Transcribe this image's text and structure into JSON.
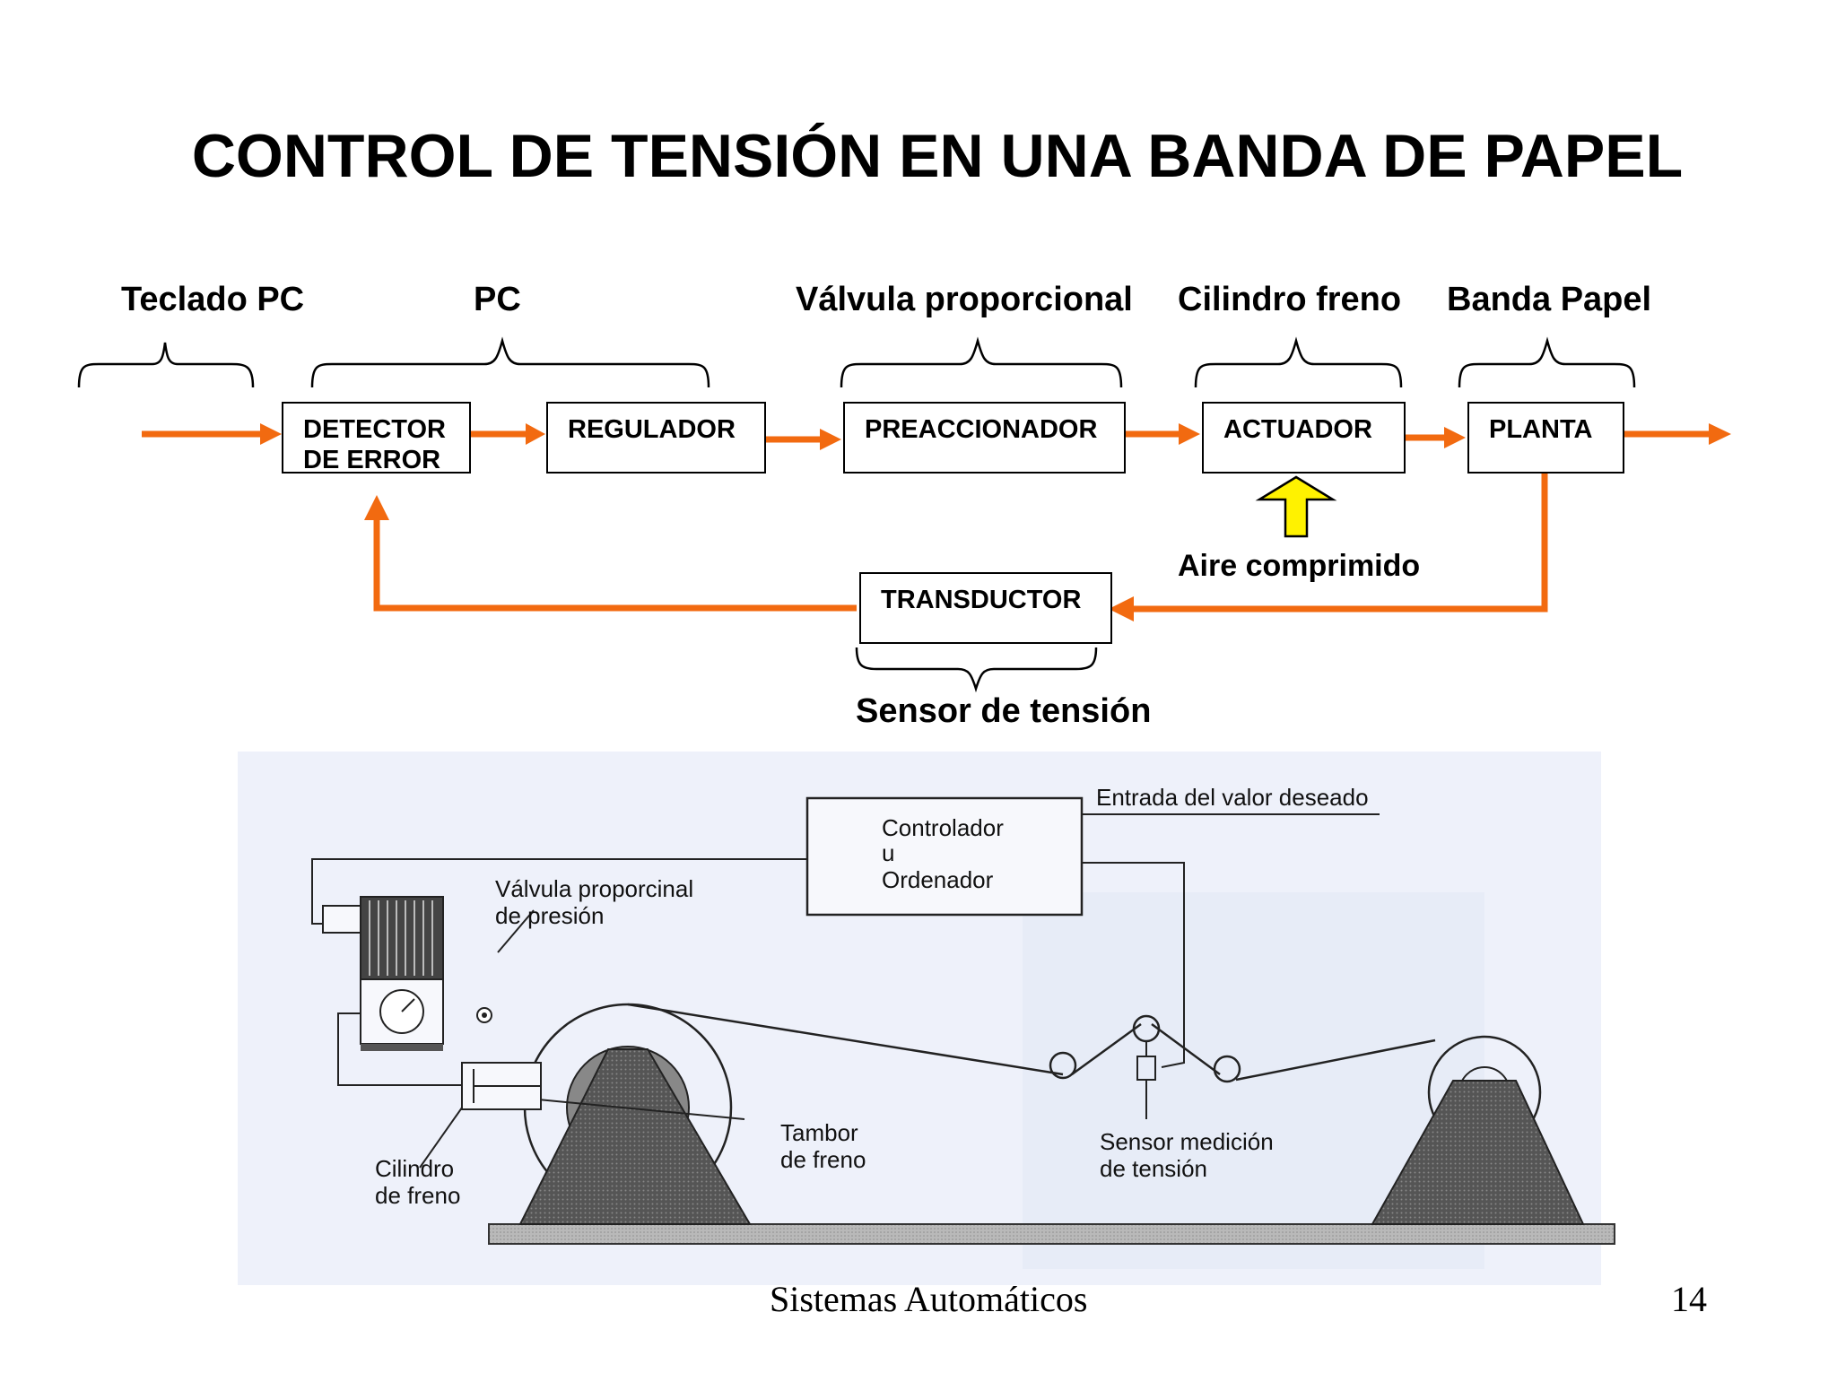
{
  "title": "CONTROL DE TENSIÓN EN UNA BANDA DE PAPEL",
  "groups": {
    "teclado": "Teclado PC",
    "pc": "PC",
    "valvula": "Válvula proporcional",
    "cilindro": "Cilindro freno",
    "banda": "Banda Papel",
    "aire": "Aire comprimido",
    "sensor": "Sensor de tensión"
  },
  "blocks": {
    "detector": [
      "DETECTOR",
      "DE ERROR"
    ],
    "regulador": "REGULADOR",
    "preaccionador": "PREACCIONADOR",
    "actuador": "ACTUADOR",
    "planta": "PLANTA",
    "transductor": "TRANSDUCTOR"
  },
  "illustration": {
    "entrada": "Entrada del valor deseado",
    "controlador": [
      "Controlador",
      "u",
      "Ordenador"
    ],
    "valvula": [
      "Válvula proporcinal",
      "de presión"
    ],
    "tambor": [
      "Tambor",
      "de freno"
    ],
    "sensor": [
      "Sensor medición",
      "de tensión"
    ],
    "cilindro": [
      "Cilindro",
      "de freno"
    ]
  },
  "footer": {
    "course": "Sistemas Automáticos",
    "page": "14"
  },
  "colors": {
    "arrow": "#f26a10",
    "air": "#fff200",
    "illustration_bg": "#eef1fa",
    "mass": "#4a4a4a"
  }
}
